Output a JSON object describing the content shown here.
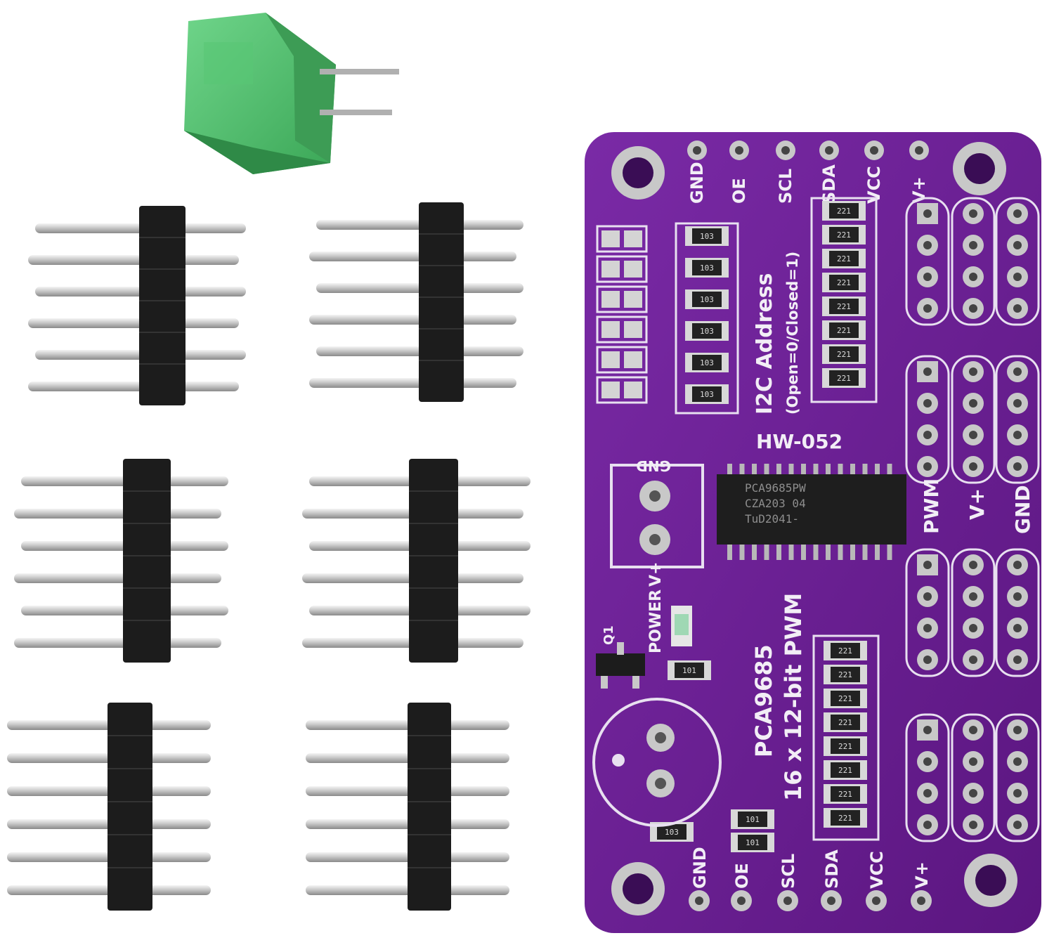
{
  "board": {
    "model": "HW-052",
    "chip": "PCA9685",
    "chip_marking": [
      "PCA9685PW",
      "CZA203   04",
      "TuD2041-"
    ],
    "desc_line1": "PCA9685",
    "desc_line2": "16 x 12-bit PWM",
    "i2c_title": "I2C Address",
    "i2c_sub": "(Open=0/Closed=1)",
    "top_pins": [
      "GND",
      "OE",
      "SCL",
      "SDA",
      "VCC",
      "V+"
    ],
    "bottom_pins": [
      "GND",
      "OE",
      "SCL",
      "SDA",
      "VCC",
      "V+"
    ],
    "header_labels": [
      "PWM",
      "V+",
      "GND"
    ],
    "terminal_labels": [
      "GND",
      "V+"
    ],
    "power_label": "POWER",
    "q1_label": "Q1",
    "resistor_codes": [
      "103",
      "221",
      "101"
    ],
    "colors": {
      "pcb": "#6a1e92",
      "terminal": "#4fbf6a",
      "header_plastic": "#1c1c1c",
      "pin_metal": "#c9c9c9"
    }
  }
}
